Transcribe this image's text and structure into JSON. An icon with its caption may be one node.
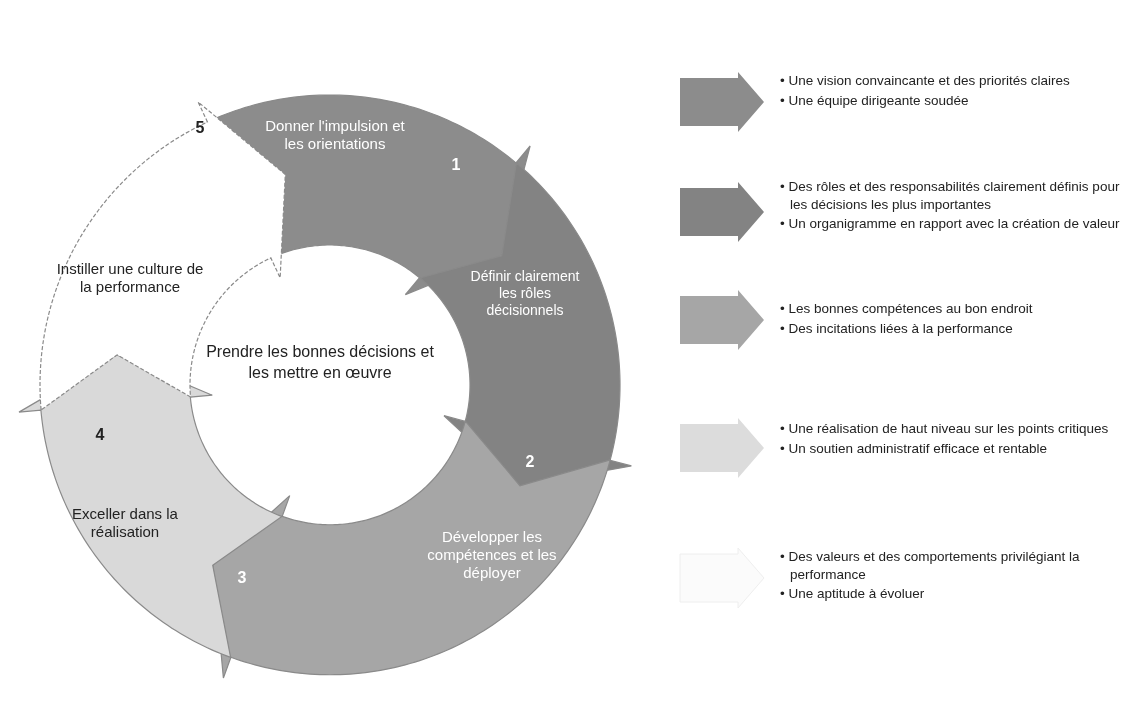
{
  "diagram": {
    "nodes": [
      {
        "text": [
          "Donner l'impulsion et les orientations",
          "1"
        ]
      },
      {
        "text": [
          "Définir clairement les rôles décisionnels",
          "2"
        ]
      },
      {
        "text": [
          "3",
          "Développer les compétences et les déployer"
        ]
      },
      {
        "text": [
          "4",
          "Exceller dans la réalisation"
        ]
      },
      {
        "text": [
          "5",
          "Instiller une culture de la performance"
        ]
      },
      {
        "text": [
          "Prendre les bonnes décisions et les mettre en œuvre"
        ]
      },
      {
        "text": [],
        "shape": "arrow",
        "beside": [
          "• Une vision convaincante et des priorités claires",
          "• Une équipe dirigeante soudée"
        ]
      },
      {
        "text": [],
        "shape": "arrow",
        "beside": [
          "• Des rôles et des responsabilités clairement définis pour les décisions les plus importantes",
          "• Un organigramme en rapport avec la création de valeur"
        ]
      },
      {
        "text": [],
        "shape": "arrow",
        "beside": [
          "• Les bonnes compétences au bon endroit",
          "• Des incitations liées à la performance"
        ]
      },
      {
        "text": [],
        "shape": "arrow",
        "beside": [
          "• Une réalisation de haut niveau sur les points critiques",
          "• Un soutien administratif efficace et rentable"
        ]
      },
      {
        "text": [],
        "shape": "arrow",
        "beside": [
          "• Des valeurs et des comportements privilégiant la performance",
          "• Une aptitude à évoluer"
        ]
      }
    ]
  }
}
